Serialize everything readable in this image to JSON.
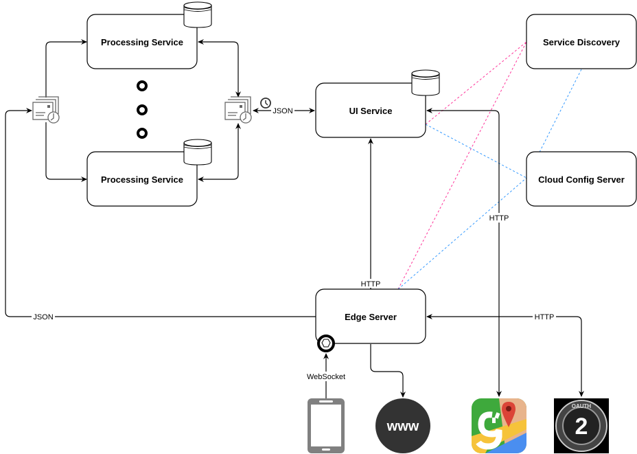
{
  "diagram": {
    "nodes": {
      "processing_service_1": {
        "label": "Processing Service",
        "has_database": true
      },
      "processing_service_2": {
        "label": "Processing Service",
        "has_database": true
      },
      "ui_service": {
        "label": "UI Service",
        "has_database": true
      },
      "service_discovery": {
        "label": "Service Discovery"
      },
      "cloud_config_server": {
        "label": "Cloud Config Server"
      },
      "edge_server": {
        "label": "Edge Server"
      },
      "message_queue_left": {
        "icon": "message-queue-icon"
      },
      "message_queue_right": {
        "icon": "message-queue-icon"
      },
      "scheduler": {
        "icon": "clock-icon"
      },
      "ellipsis_dots": {
        "count": 3
      },
      "mobile_client": {
        "icon": "smartphone-icon"
      },
      "www": {
        "icon": "www-globe-icon",
        "text": "www"
      },
      "google_maps": {
        "icon": "google-maps-icon"
      },
      "oauth2": {
        "icon": "oauth2-icon",
        "top_text": "OAUTH",
        "center_text": "2"
      },
      "websocket_endpoint": {
        "icon": "websocket-endpoint-icon"
      }
    },
    "edges": {
      "queue_right_to_ui": {
        "label": "JSON",
        "style": "solid",
        "bidirectional": true
      },
      "edge_to_queue_left": {
        "label": "JSON",
        "style": "solid"
      },
      "edge_to_ui": {
        "label": "HTTP",
        "style": "solid"
      },
      "ui_to_maps": {
        "label": "HTTP",
        "style": "solid",
        "bidirectional": true
      },
      "edge_to_oauth": {
        "label": "HTTP",
        "style": "solid",
        "bidirectional": true
      },
      "mobile_to_edge": {
        "label": "WebSocket",
        "style": "solid"
      },
      "edge_to_www": {
        "label": "",
        "style": "solid"
      },
      "discovery_links": {
        "style": "dashed",
        "color": "#FF3399"
      },
      "config_links": {
        "style": "dashed",
        "color": "#3399FF"
      }
    },
    "colors": {
      "stroke": "#000000",
      "discovery_dash": "#FF3399",
      "config_dash": "#3399FF",
      "icon_gray": "#808080",
      "www_fill": "#333333"
    }
  }
}
